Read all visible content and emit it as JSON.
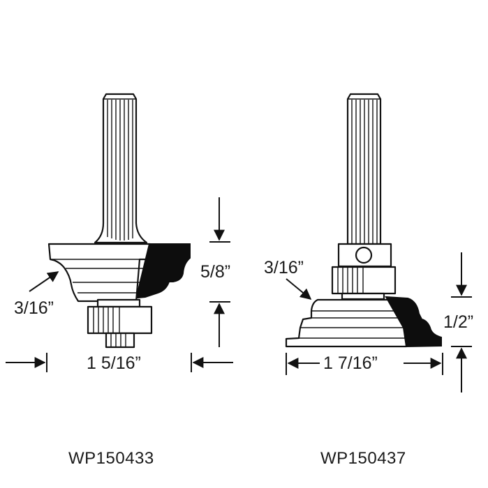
{
  "left_bit": {
    "part_number": "WP150433",
    "radius_label": "3/16”",
    "height_label": "5/8”",
    "diameter_label": "1 5/16”"
  },
  "right_bit": {
    "part_number": "WP150437",
    "radius_label": "3/16”",
    "height_label": "1/2”",
    "diameter_label": "1 7/16”"
  }
}
